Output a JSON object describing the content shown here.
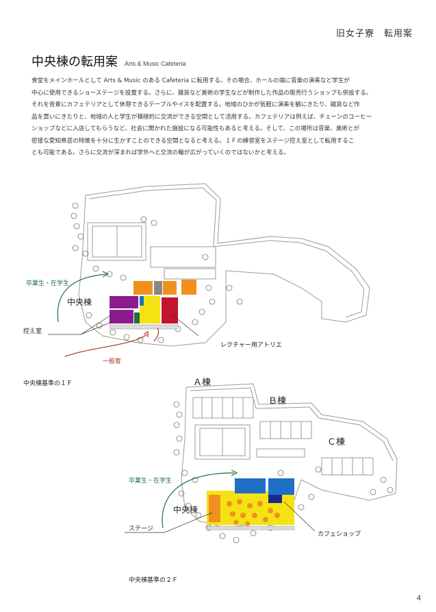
{
  "header": {
    "title": "旧女子寮　転用案"
  },
  "section": {
    "title": "中央棟の転用案",
    "subtitle": "Arts & Music Cafeteria"
  },
  "body": {
    "lines": [
      "食堂をメインホールとして Arts & Music のある Cafeteria に転用する。その場合、ホールの端に音楽の演奏など学生が",
      "中心に使用できるショーステージを設置する。さらに、雑貨など美術の学生などが制作した作品の販売行うショップも併設する。",
      "それを背景にカフェテリアとして休憩できるテーブルやイスを配置する。地域のひかが気軽に演奏を観にきたり、雑貨など作",
      "品を買いにきたりと、地域の人と学生が積極的に交流ができる空間として活用する。カフェテリアは例えば、チェーンのコーヒー",
      "ショップなどに入店してもらうなど、社会に開かれた施設になる可能性もあると考える。そして、この場所は音楽、美術とが",
      "密接な愛知県芸の特徴を十分に生かすことのできる空間となると考える。１Ｆの練習室をステージ控え室として転用するこ",
      "とも可能である。さらに交流が深まれば学外へと交流の輪が広がっていくのではないかと考える。"
    ]
  },
  "plan1": {
    "label_graduates": "卒業生・在学生",
    "label_building": "中央棟",
    "label_waiting_room": "控え室",
    "label_lecture_atelier": "レクチャー用アトリエ",
    "label_public": "一般客",
    "caption": "中央棟基準の１Ｆ"
  },
  "plan2": {
    "label_a": "Ａ棟",
    "label_b": "Ｂ棟",
    "label_c": "Ｃ棟",
    "label_graduates": "卒業生・在学生",
    "label_building": "中央棟",
    "label_stage": "ステージ",
    "label_cafe": "カフェショップ",
    "caption": "中央棟基準の２Ｆ"
  },
  "colors": {
    "green": "#1f6e3a",
    "red": "#b0342b",
    "purple": "#8a1c8f",
    "orange": "#f0901e",
    "yellow": "#f4e213",
    "crimson": "#c0152a",
    "blue": "#1f6fc6",
    "navy": "#1a2a8a"
  },
  "page": {
    "number": "4"
  }
}
